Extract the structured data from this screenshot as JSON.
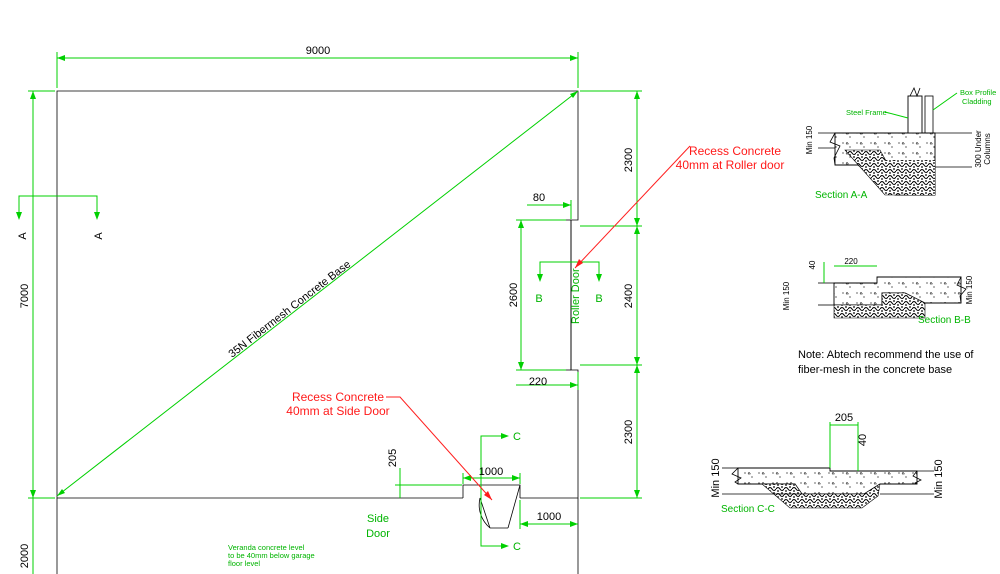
{
  "dimensions": {
    "width_total": "9000",
    "height_total": "7000",
    "right_top": "2300",
    "right_mid": "2400",
    "right_bottom": "2300",
    "door_width": "2600",
    "door_top_offset": "80",
    "door_bottom_offset": "220",
    "side_door_width": "1000",
    "side_door_offset": "1000",
    "side_door_depth": "205",
    "veranda": "2000"
  },
  "labels": {
    "slab": "35N Fibermesh Concrete Base",
    "roller_door": "Roller Door",
    "side_door_1": "Side",
    "side_door_2": "Door",
    "veranda_1": "Veranda concrete level",
    "veranda_2": "to be 40mm below garage",
    "veranda_3": "floor level",
    "sec_a": "A",
    "sec_b": "B",
    "sec_c": "C"
  },
  "callouts": {
    "roller_1": "Recess Concrete",
    "roller_2": "40mm at Roller door",
    "side_1": "Recess Concrete",
    "side_2": "40mm at Side Door"
  },
  "section_aa": {
    "title": "Section A-A",
    "steel_frame": "Steel Frame",
    "box_profile_1": "Box Profile",
    "box_profile_2": "Cladding",
    "min150": "Min 150",
    "under_cols_1": "300 Under",
    "under_cols_2": "Columns"
  },
  "section_bb": {
    "title": "Section B-B",
    "d40": "40",
    "d220": "220",
    "min150_l": "Min 150",
    "min150_r": "Min 150"
  },
  "section_cc": {
    "title": "Section C-C",
    "d205": "205",
    "d40": "40",
    "min150_l": "Min 150",
    "min150_r": "Min 150"
  },
  "note": {
    "line1": "Note: Abtech recommend the use of",
    "line2": "fiber-mesh in the concrete base"
  },
  "colors": {
    "dimension": "#00d000",
    "callout": "#ff1a1a",
    "linework": "#000000"
  }
}
